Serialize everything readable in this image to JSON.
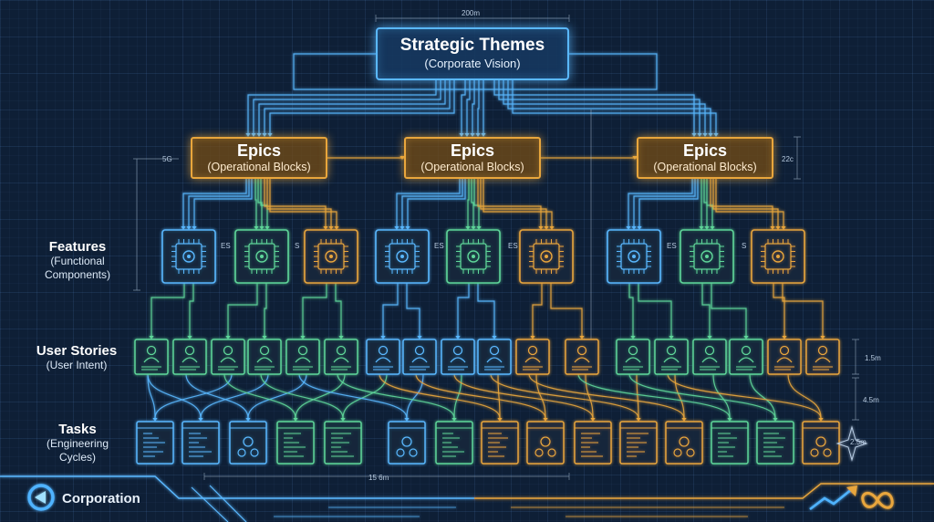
{
  "theme": {
    "title": "Strategic Themes",
    "subtitle": "(Corporate Vision)"
  },
  "epics": [
    {
      "title": "Epics",
      "subtitle": "(Operational Blocks)"
    },
    {
      "title": "Epics",
      "subtitle": "(Operational Blocks)"
    },
    {
      "title": "Epics",
      "subtitle": "(Operational Blocks)"
    }
  ],
  "levels": {
    "features": {
      "title": "Features",
      "subtitle_1": "(Functional",
      "subtitle_2": "Components)"
    },
    "stories": {
      "title": "User Stories",
      "subtitle": "(User Intent)"
    },
    "tasks": {
      "title": "Tasks",
      "subtitle_1": "(Engineering",
      "subtitle_2": "Cycles)"
    }
  },
  "dimensions": {
    "top": "200m",
    "left": "5G",
    "right_epic": "22c",
    "es_1": "ES",
    "s_1": "S",
    "es_2": "ES",
    "es_3": "ES",
    "es_4": "ES",
    "s_4": "S",
    "right_1": "1.5m",
    "right_2": "4.5m",
    "right_3": "2.5m",
    "bottom": "15 6m"
  },
  "brand": {
    "name": "Corporation"
  },
  "colors": {
    "blue": "#5ab8ff",
    "green": "#5fd79a",
    "orange": "#e9a63c",
    "background": "#0e1f36"
  },
  "features": [
    "blue",
    "green",
    "orange",
    "blue",
    "green",
    "orange",
    "blue",
    "green",
    "orange"
  ],
  "stories": [
    "green",
    "green",
    "green",
    "green",
    "green",
    "green",
    "blue",
    "blue",
    "blue",
    "blue",
    "orange",
    "orange",
    "green",
    "green",
    "green",
    "green",
    "orange",
    "orange"
  ],
  "tasks": [
    "blue",
    "blue",
    "blue",
    "green",
    "green",
    "blue",
    "green",
    "orange",
    "orange",
    "orange",
    "orange",
    "orange",
    "green",
    "green",
    "orange",
    "orange"
  ]
}
